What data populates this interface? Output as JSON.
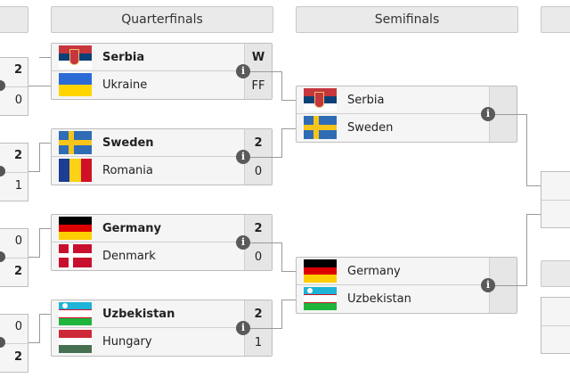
{
  "rounds": {
    "quarterfinals": "Quarterfinals",
    "semifinals": "Semifinals"
  },
  "info_glyph": "i",
  "left_partials": [
    {
      "s1": "2",
      "s2": "0",
      "win": 1
    },
    {
      "s1": "2",
      "s2": "1",
      "win": 1
    },
    {
      "s1": "0",
      "s2": "2",
      "win": 2
    },
    {
      "s1": "0",
      "s2": "2",
      "win": 2
    }
  ],
  "quarterfinals": [
    {
      "team1": "Serbia",
      "team2": "Ukraine",
      "score1": "W",
      "score2": "FF",
      "flag1": "serbia-flag",
      "flag2": "ukraine-flag"
    },
    {
      "team1": "Sweden",
      "team2": "Romania",
      "score1": "2",
      "score2": "0",
      "flag1": "sweden-flag",
      "flag2": "romania-flag"
    },
    {
      "team1": "Germany",
      "team2": "Denmark",
      "score1": "2",
      "score2": "0",
      "flag1": "germany-flag",
      "flag2": "denmark-flag"
    },
    {
      "team1": "Uzbekistan",
      "team2": "Hungary",
      "score1": "2",
      "score2": "1",
      "flag1": "uzbekistan-flag",
      "flag2": "hungary-flag"
    }
  ],
  "semifinals": [
    {
      "team1": "Serbia",
      "team2": "Sweden",
      "score1": "",
      "score2": "",
      "flag1": "serbia-flag",
      "flag2": "sweden-flag"
    },
    {
      "team1": "Germany",
      "team2": "Uzbekistan",
      "score1": "",
      "score2": "",
      "flag1": "germany-flag",
      "flag2": "uzbekistan-flag"
    }
  ],
  "colors": {
    "header_bg": "#eaeaea",
    "match_bg": "#f5f5f5",
    "score_bg": "#e6e6e6",
    "connector": "#9a9a9a",
    "info_icon": "#5a5a5a"
  }
}
